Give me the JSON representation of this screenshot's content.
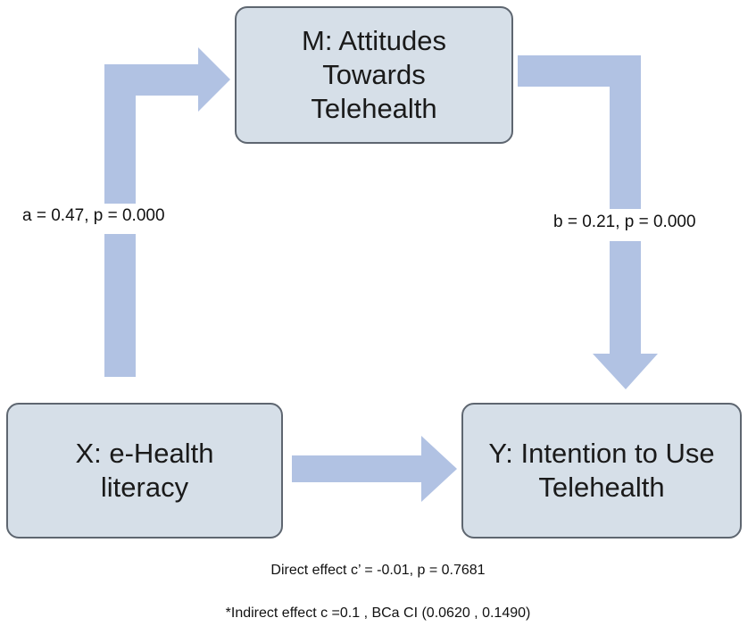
{
  "nodes": {
    "m": {
      "lines": [
        "M: Attitudes",
        "Towards",
        "Telehealth"
      ]
    },
    "x": {
      "lines": [
        "X: e-Health",
        "literacy"
      ]
    },
    "y": {
      "lines": [
        "Y: Intention to Use",
        "Telehealth"
      ]
    }
  },
  "paths": {
    "a": {
      "label": "a = 0.47, p = 0.000"
    },
    "b": {
      "label": "b = 0.21, p = 0.000"
    }
  },
  "notes": {
    "direct": "Direct effect c’ = -0.01, p = 0.7681",
    "indirect": "*Indirect effect c =0.1 ,  BCa CI (0.0620 , 0.1490)"
  },
  "colors": {
    "arrow": "#b1c2e3",
    "node_fill": "#d6dfe8",
    "node_border": "#5e6670"
  }
}
